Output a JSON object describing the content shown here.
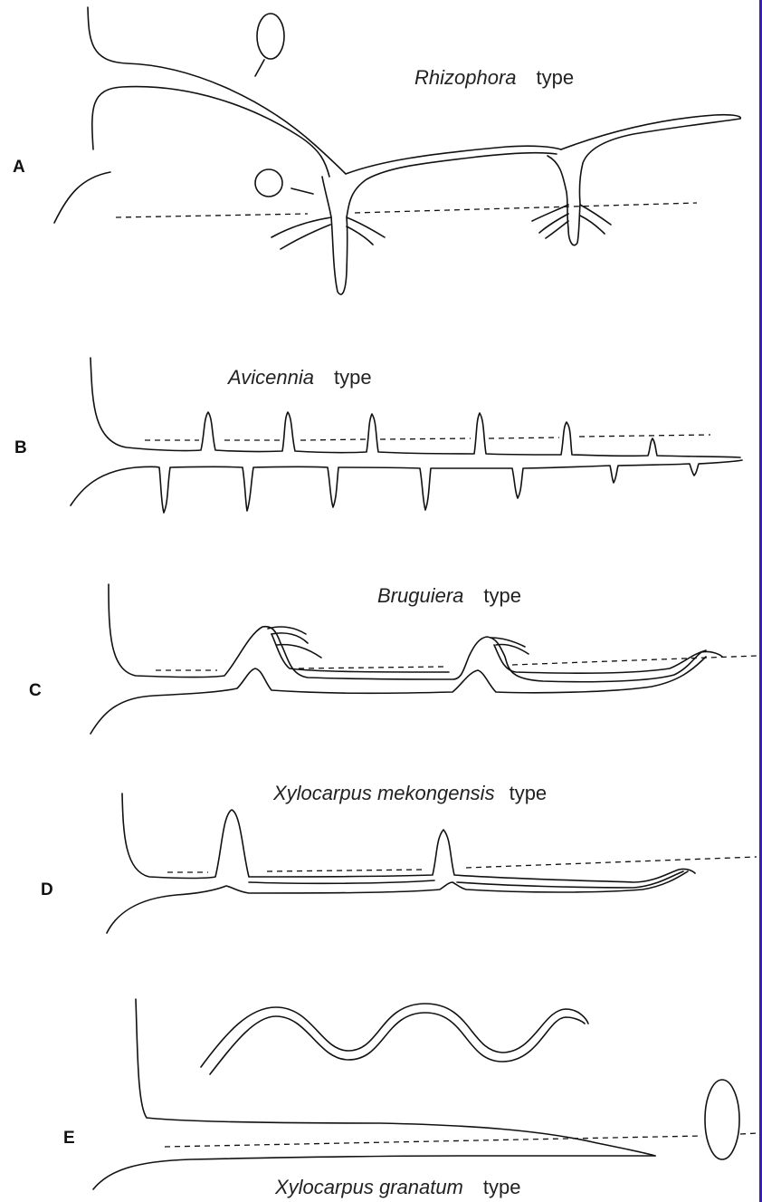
{
  "colors": {
    "ink": "#111111",
    "border": "#3a1fb5",
    "background": "#ffffff"
  },
  "panels": [
    {
      "letter": "A",
      "genus": "Rhizophora",
      "type_word": "type"
    },
    {
      "letter": "B",
      "genus": "Avicennia",
      "type_word": "type"
    },
    {
      "letter": "C",
      "genus": "Bruguiera",
      "type_word": "type"
    },
    {
      "letter": "D",
      "genus": "Xylocarpus mekongensis",
      "type_word": "type"
    },
    {
      "letter": "E",
      "genus": "Xylocarpus granatum",
      "type_word": "type"
    }
  ]
}
